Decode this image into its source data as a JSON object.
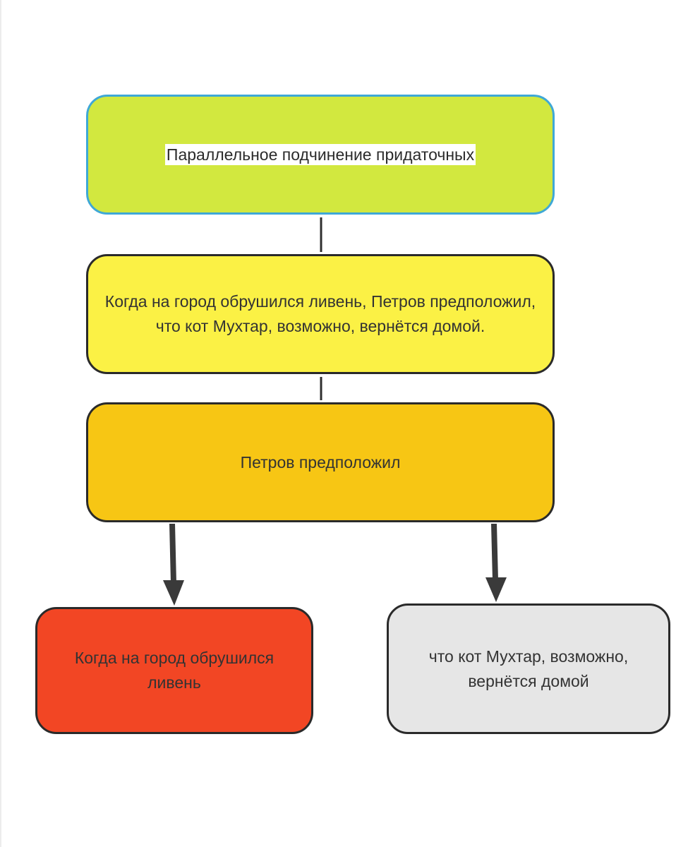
{
  "diagram": {
    "title_node": {
      "text": "Параллельное подчинение придаточных",
      "fill": "#d2e83f",
      "border": "#3fa8d6"
    },
    "sentence_node": {
      "text": "Когда на город обрушился ливень, Петров предположил, что кот Мухтар, возможно, вернётся домой.",
      "fill": "#fbf145"
    },
    "main_clause_node": {
      "text": "Петров предположил",
      "fill": "#f7c614"
    },
    "subordinate_left_node": {
      "text": "Когда на город обрушился ливень",
      "fill": "#f24624"
    },
    "subordinate_right_node": {
      "text": "что кот Мухтар, возможно, вернётся домой",
      "fill": "#e6e6e6"
    },
    "edges": [
      {
        "from": "title_node",
        "to": "sentence_node",
        "type": "line"
      },
      {
        "from": "sentence_node",
        "to": "main_clause_node",
        "type": "line"
      },
      {
        "from": "main_clause_node",
        "to": "subordinate_left_node",
        "type": "arrow"
      },
      {
        "from": "main_clause_node",
        "to": "subordinate_right_node",
        "type": "arrow"
      }
    ],
    "colors": {
      "line": "#2f2f2f",
      "arrow": "#3a3a3a",
      "text": "#333333"
    }
  }
}
